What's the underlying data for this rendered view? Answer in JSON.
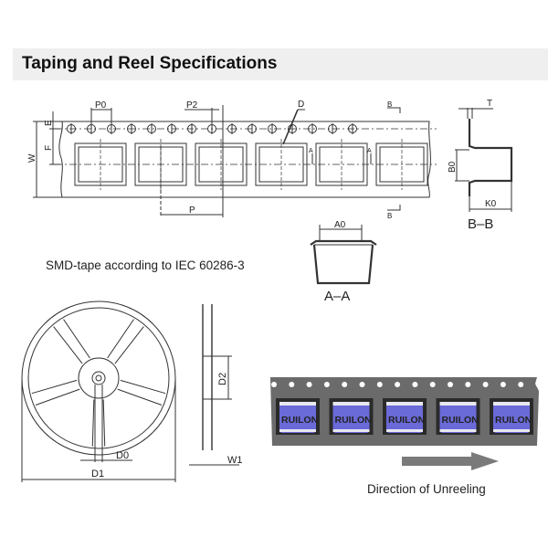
{
  "header": {
    "title": "Taping and Reel Specifications"
  },
  "tape_drawing": {
    "labels": {
      "p0": "P0",
      "p2": "P2",
      "d": "D",
      "b_top": "B",
      "b_bottom": "B",
      "e": "E",
      "f": "F",
      "w": "W",
      "p": "P",
      "a_left": "A",
      "a_right": "A"
    },
    "sprocket_hole_count": 15,
    "pocket_count": 6
  },
  "section_bb": {
    "t": "T",
    "b0": "B0",
    "k0": "K0",
    "caption": "B–B"
  },
  "section_aa": {
    "a0": "A0",
    "caption": "A–A"
  },
  "note": {
    "text": "SMD-tape according to IEC 60286-3"
  },
  "reel": {
    "d0": "D0",
    "d1": "D1",
    "d2": "D2",
    "w1": "W1",
    "spoke_count": 5
  },
  "tape_photo": {
    "component_marking": "RUILON",
    "component_count": 5,
    "hole_count": 16,
    "colors": {
      "tape": "#6b6b6b",
      "pocket": "#2a2a2a",
      "component": "#6a6ad8",
      "band": "#e8e8f0"
    },
    "direction_label": "Direction of Unreeling"
  }
}
